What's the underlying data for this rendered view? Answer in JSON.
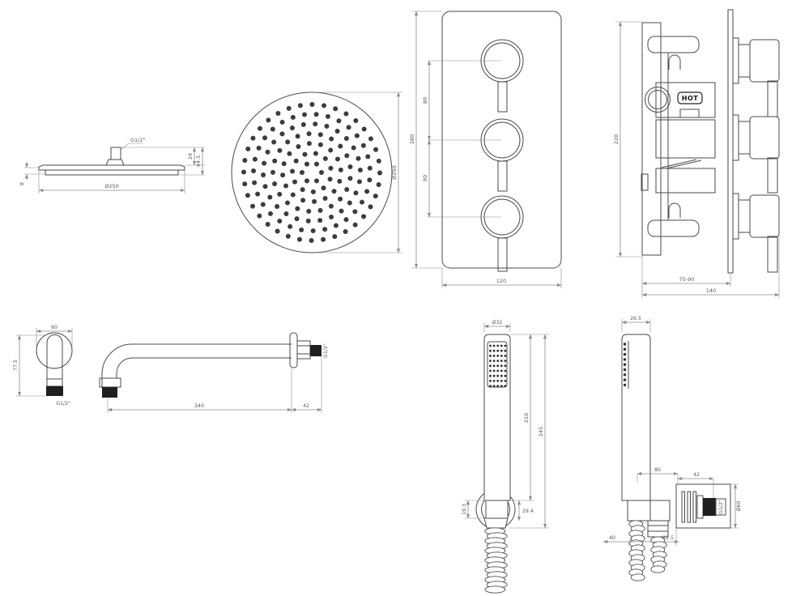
{
  "colors": {
    "line": "#4a4a4a",
    "dim": "#8c8c8c",
    "text": "#5a5a5a",
    "dark": "#1f1f1f",
    "bg": "#ffffff"
  },
  "views": {
    "shower_head_side": {
      "thread_label": "G1/2\"",
      "edge_thickness": "8",
      "connector_height": "24",
      "total_height": "44.5",
      "diameter": "Ø250"
    },
    "shower_head_face": {
      "diameter": "Ø250"
    },
    "valve_front": {
      "overall_height": "280",
      "knob_spacing_upper": "80",
      "knob_spacing_lower": "80",
      "plate_width": "120"
    },
    "valve_side": {
      "hot_label": "HOT",
      "overall_height": "228",
      "recess_depth_range": "75-90",
      "total_depth": "140"
    },
    "arm_wall_flange": {
      "flange_width": "60",
      "drop_length": "77.5",
      "thread_label": "G1/2\""
    },
    "arm_side": {
      "arm_length": "340",
      "tail_length": "42",
      "thread_label": "G1/2\""
    },
    "handset_front": {
      "head_diameter": "Ø32",
      "body_length": "210",
      "total_length": "245",
      "holder_offset_left": "19.3",
      "holder_offset_right": "29.4"
    },
    "handset_side": {
      "head_depth": "26.5",
      "wall_gap": "80",
      "outlet_depth": "42",
      "outlet_flange_diameter": "Ø60",
      "thread_label": "G1/2\"",
      "hose_offset": "40",
      "nut_width": "22.5"
    }
  }
}
